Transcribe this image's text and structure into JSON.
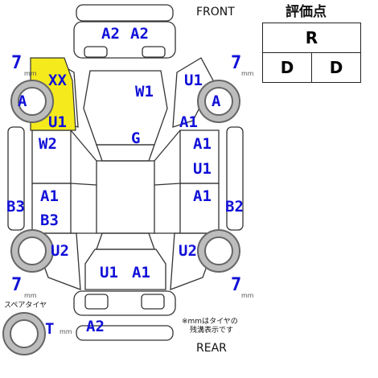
{
  "header": {
    "front_label": "FRONT",
    "rear_label": "REAR"
  },
  "score_panel": {
    "title": "評価点",
    "overall": "R",
    "exterior": "D",
    "interior": "D"
  },
  "tread": {
    "front_left": {
      "depth": "7",
      "unit": "mm",
      "wheel_code": "A"
    },
    "front_right": {
      "depth": "7",
      "unit": "mm",
      "wheel_code": "A"
    },
    "rear_left": {
      "depth": "7",
      "unit": "mm"
    },
    "rear_right": {
      "depth": "7",
      "unit": "mm"
    },
    "spare": {
      "label": "スペアタイヤ",
      "code": "T",
      "unit": "mm"
    }
  },
  "damage_codes": {
    "front_bumper": [
      "A2",
      "A2"
    ],
    "left_front_fender": [
      "XX",
      "U1"
    ],
    "hood": "W1",
    "roof": "G",
    "right_front_fender": [
      "U1",
      "A1"
    ],
    "left_front_door": "W2",
    "right_front_door": [
      "A1",
      "U1"
    ],
    "left_rear_door": [
      "A1",
      "B3"
    ],
    "right_rear_door": "A1",
    "left_sill": "B3",
    "right_sill": "B2",
    "left_rear_fender": "U2",
    "right_rear_fender": "U2",
    "trunk": [
      "U1",
      "A1"
    ],
    "rear_bumper": "A2"
  },
  "note": {
    "line1": "※mmはタイヤの",
    "line2": "残溝表示です"
  },
  "colors": {
    "code": "#1010d8",
    "highlight": "#f4ea1c",
    "outline": "#333333"
  }
}
